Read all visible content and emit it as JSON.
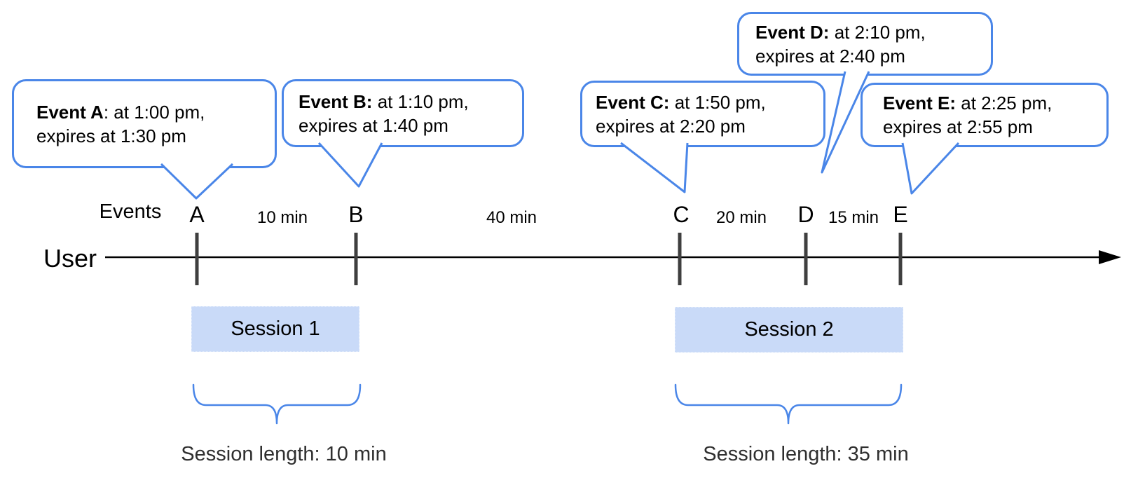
{
  "axis": {
    "events_label": "Events",
    "user_label": "User"
  },
  "events": [
    {
      "id": "A",
      "tick_label": "A",
      "callout_bold": "Event A",
      "callout_rest": ": at 1:00 pm,",
      "callout_line2": "expires at 1:30 pm"
    },
    {
      "id": "B",
      "tick_label": "B",
      "callout_bold": "Event B:",
      "callout_rest": " at 1:10 pm,",
      "callout_line2": "expires at 1:40 pm"
    },
    {
      "id": "C",
      "tick_label": "C",
      "callout_bold": "Event C:",
      "callout_rest": " at 1:50 pm,",
      "callout_line2": "expires at 2:20 pm"
    },
    {
      "id": "D",
      "tick_label": "D",
      "callout_bold": "Event D:",
      "callout_rest": " at 2:10 pm,",
      "callout_line2": "expires at 2:40 pm"
    },
    {
      "id": "E",
      "tick_label": "E",
      "callout_bold": "Event E:",
      "callout_rest": " at 2:25 pm,",
      "callout_line2": "expires at 2:55 pm"
    }
  ],
  "intervals": [
    {
      "label": "10 min"
    },
    {
      "label": "40 min"
    },
    {
      "label": "20 min"
    },
    {
      "label": "15 min"
    }
  ],
  "sessions": [
    {
      "label": "Session 1",
      "length_label": "Session length: 10 min"
    },
    {
      "label": "Session 2",
      "length_label": "Session length: 35 min"
    }
  ],
  "colors": {
    "accent_blue": "#4a86e8",
    "session_fill": "#c9daf8",
    "tick_gray": "#3f3f3f",
    "text_black": "#000000"
  }
}
